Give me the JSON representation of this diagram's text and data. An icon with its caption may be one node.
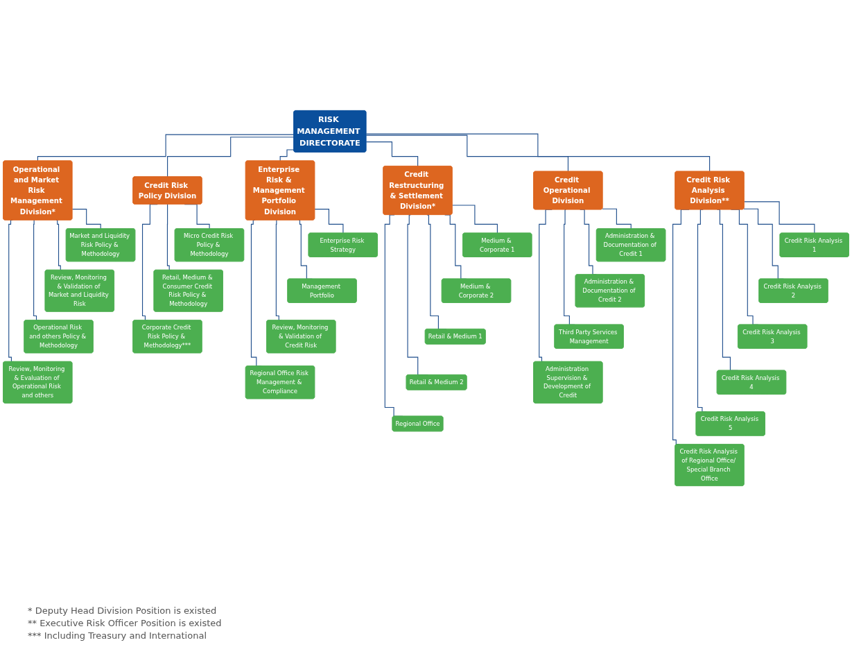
{
  "diagram": {
    "nodes": [
      {
        "text": [
          "RISK MANAGEMENT DIRECTORATE"
        ]
      },
      {
        "text": [
          "Operational and Market Risk Management Division*"
        ]
      },
      {
        "text": [
          "Market and Liquidity Risk Policy & Methodology"
        ]
      },
      {
        "text": [
          "Review, Monitoring & Validation of Market and Liquidity Risk"
        ]
      },
      {
        "text": [
          "Operational Risk and others Policy & Methodology"
        ]
      },
      {
        "text": [
          "Review, Monitoring & Evaluation of Operational Risk and others"
        ]
      },
      {
        "text": [
          "Enterprise Risk & Management Portfolio Division"
        ]
      },
      {
        "text": [
          "Enterprise Risk Strategy"
        ]
      },
      {
        "text": [
          "Management Portfolio"
        ]
      },
      {
        "text": [
          "Review, Monitoring & Validation of Credit Risk"
        ]
      },
      {
        "text": [
          "Regional Office Risk Management & Compliance"
        ]
      },
      {
        "text": [
          "Credit Risk Policy Division"
        ]
      },
      {
        "text": [
          "Micro Credit Risk Policy & Methodology"
        ]
      },
      {
        "text": [
          "Retail, Medium & Consumer Credit Risk Policy & Methodology"
        ]
      },
      {
        "text": [
          "Corporate Credit Risk Policy & Methodology***"
        ]
      },
      {
        "text": [
          "Credit Restructuring & Settlement Division*"
        ]
      },
      {
        "text": [
          "Medium & Corporate 1"
        ]
      },
      {
        "text": [
          "Medium & Corporate 2"
        ]
      },
      {
        "text": [
          "Retail & Medium 1"
        ]
      },
      {
        "text": [
          "Retail & Medium 2"
        ]
      },
      {
        "text": [
          "Regional Office"
        ]
      },
      {
        "text": [
          "Credit Risk Analysis Division**"
        ]
      },
      {
        "text": [
          "Credit Risk Analysis 1"
        ]
      },
      {
        "text": [
          "Credit Risk Analysis 2"
        ]
      },
      {
        "text": [
          "Credit Risk Analysis 3"
        ]
      },
      {
        "text": [
          "Credit Risk Analysis 4"
        ]
      },
      {
        "text": [
          "Credit Risk Analysis 5"
        ]
      },
      {
        "text": [
          "Credit Risk Analysis of Regional Office/ Special Branch Office"
        ]
      },
      {
        "text": [
          "Credit Operational Division"
        ]
      },
      {
        "text": [
          "Administration & Documentation of Credit 1"
        ]
      },
      {
        "text": [
          "Administration & Documentation of Credit 2"
        ]
      },
      {
        "text": [
          "Third Party Services Management"
        ]
      },
      {
        "text": [
          "Administration Supervision & Development of Credit"
        ]
      }
    ],
    "edges": [
      {
        "from": 0,
        "to": 1,
        "arrow": "none"
      },
      {
        "from": 0,
        "to": 6,
        "arrow": "none"
      },
      {
        "from": 0,
        "to": 11,
        "arrow": "none"
      },
      {
        "from": 0,
        "to": 15,
        "arrow": "none"
      },
      {
        "from": 0,
        "to": 21,
        "arrow": "none"
      },
      {
        "from": 0,
        "to": 28,
        "arrow": "none"
      },
      {
        "from": 1,
        "to": 2,
        "arrow": "none"
      },
      {
        "from": 1,
        "to": 3,
        "arrow": "none"
      },
      {
        "from": 1,
        "to": 4,
        "arrow": "none"
      },
      {
        "from": 1,
        "to": 5,
        "arrow": "none"
      },
      {
        "from": 6,
        "to": 7,
        "arrow": "none"
      },
      {
        "from": 6,
        "to": 8,
        "arrow": "none"
      },
      {
        "from": 6,
        "to": 9,
        "arrow": "none"
      },
      {
        "from": 6,
        "to": 10,
        "arrow": "none"
      },
      {
        "from": 11,
        "to": 12,
        "arrow": "none"
      },
      {
        "from": 11,
        "to": 13,
        "arrow": "none"
      },
      {
        "from": 11,
        "to": 14,
        "arrow": "none"
      },
      {
        "from": 15,
        "to": 16,
        "arrow": "none"
      },
      {
        "from": 15,
        "to": 17,
        "arrow": "none"
      },
      {
        "from": 15,
        "to": 18,
        "arrow": "none"
      },
      {
        "from": 15,
        "to": 19,
        "arrow": "none"
      },
      {
        "from": 15,
        "to": 20,
        "arrow": "none"
      },
      {
        "from": 21,
        "to": 22,
        "arrow": "none"
      },
      {
        "from": 21,
        "to": 23,
        "arrow": "none"
      },
      {
        "from": 21,
        "to": 24,
        "arrow": "none"
      },
      {
        "from": 21,
        "to": 25,
        "arrow": "none"
      },
      {
        "from": 21,
        "to": 26,
        "arrow": "none"
      },
      {
        "from": 21,
        "to": 27,
        "arrow": "none"
      },
      {
        "from": 28,
        "to": 29,
        "arrow": "none"
      },
      {
        "from": 28,
        "to": 30,
        "arrow": "none"
      },
      {
        "from": 28,
        "to": 31,
        "arrow": "none"
      },
      {
        "from": 28,
        "to": 32,
        "arrow": "none"
      }
    ],
    "labels": [
      "* Deputy Head Division Position is existed",
      "** Executive Risk Officer Position is existed",
      "*** Including Treasury and International"
    ]
  }
}
